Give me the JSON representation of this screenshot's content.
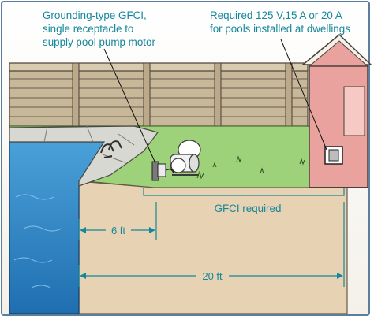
{
  "callouts": {
    "gfci_receptacle": {
      "line1": "Grounding-type GFCI,",
      "line2": "single receptacle to",
      "line3": "supply pool pump motor"
    },
    "dwelling_receptacle": {
      "line1": "Required 125 V,15 A or 20 A",
      "line2": "for pools installed at dwellings"
    }
  },
  "zone_label": "GFCI required",
  "dimensions": {
    "near": "6 ft",
    "far": "20 ft"
  },
  "colors": {
    "label": "#16879a",
    "grass": "#9ed27a",
    "ground": "#e8d2b4",
    "fence": "#c8b89a",
    "water": "#2f88c8",
    "house": "#e9a29d",
    "frame": "#5b7d9e"
  }
}
